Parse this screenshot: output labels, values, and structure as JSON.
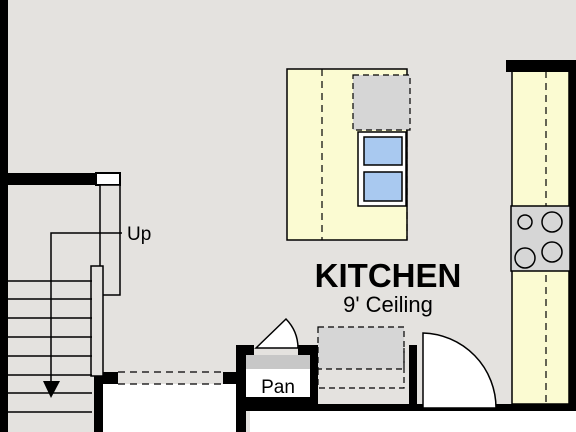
{
  "room": {
    "name": "KITCHEN",
    "ceiling": "9' Ceiling"
  },
  "labels": {
    "stairs": "Up",
    "pantry": "Pan"
  },
  "colors": {
    "floor": "#e4e2df",
    "counter": "#fbfbd2",
    "appliance": "#d6d6d6",
    "sink_water": "#a9c9f0",
    "wall": "#000000"
  }
}
